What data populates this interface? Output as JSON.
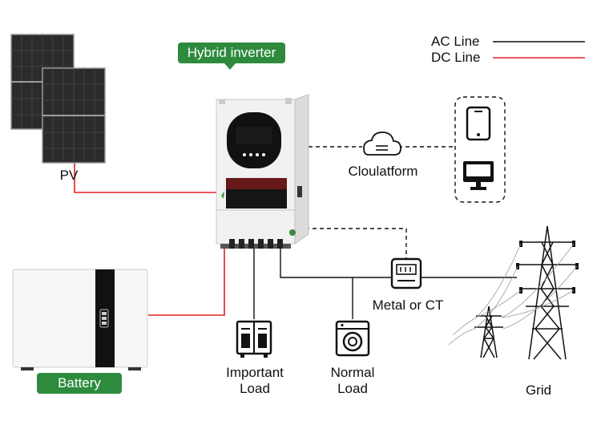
{
  "legend": {
    "ac_line": "AC Line",
    "dc_line": "DC Line",
    "ac_color": "#111111",
    "dc_color": "#e02020"
  },
  "labels": {
    "hybrid_inverter": "Hybrid inverter",
    "pv": "PV",
    "battery": "Battery",
    "cloud": "Cloulatform",
    "meter": "Metal or CT",
    "important_load_line1": "Important",
    "important_load_line2": "Load",
    "normal_load_line1": "Normal",
    "normal_load_line2": "Load",
    "grid": "Grid"
  },
  "colors": {
    "badge_green": "#2e8b3e"
  },
  "icons": {
    "cloud": "cloud-icon",
    "phone": "smartphone-icon",
    "monitor": "monitor-icon",
    "meter": "energy-meter-icon",
    "important_load": "distribution-cabinet-icon",
    "normal_load": "washing-machine-icon"
  }
}
